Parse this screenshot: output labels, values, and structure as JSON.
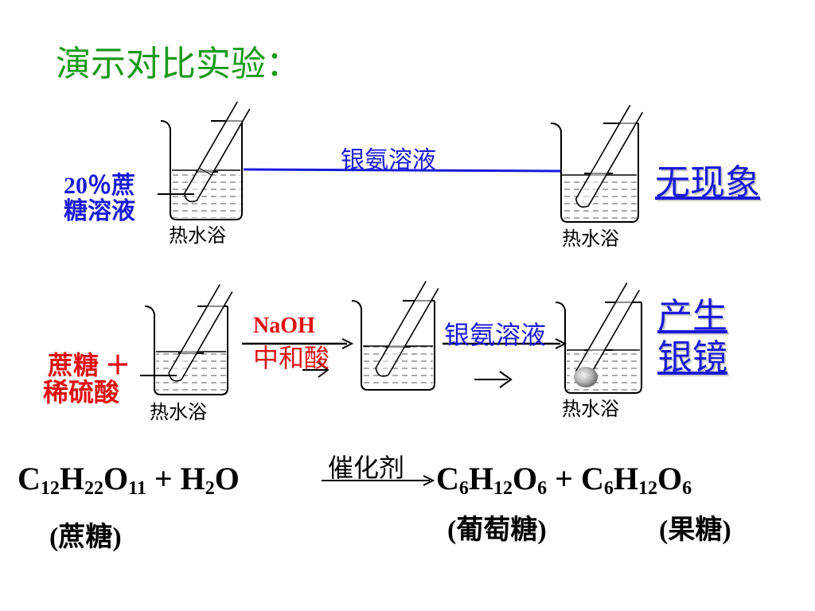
{
  "title": "演示对比实验：",
  "row1": {
    "label_left": [
      "20％蔗",
      "糖溶液"
    ],
    "arrow_label": "银氨溶液",
    "bath_left": "热水浴",
    "bath_right": "热水浴",
    "result": "无现象"
  },
  "row2": {
    "label_left_1": "蔗糖 ＋",
    "label_left_2": "稀硫酸",
    "naoh": "NaOH",
    "neutralize": "中和酸",
    "arrow_label": "银氨溶液",
    "bath_left": "热水浴",
    "bath_right": "热水浴",
    "result": [
      "产生",
      "银镜"
    ]
  },
  "equation": {
    "reactant1": {
      "C": "12",
      "H": "22",
      "O": "11"
    },
    "reactant2_label": "H",
    "reactant2_sub": "2",
    "reactant2_tail": "O",
    "catalyst": "催化剂",
    "product1": {
      "C": "6",
      "H": "12",
      "O": "6"
    },
    "product2": {
      "C": "6",
      "H": "12",
      "O": "6"
    },
    "plus": "+",
    "note_reactant": "(蔗糖)",
    "note_product1": "(葡萄糖)",
    "note_product2": "(果糖)"
  },
  "colors": {
    "title": "#1a9a1a",
    "blue": "#1a1adb",
    "red": "#e01010",
    "mirror": "#b0b0b0"
  }
}
